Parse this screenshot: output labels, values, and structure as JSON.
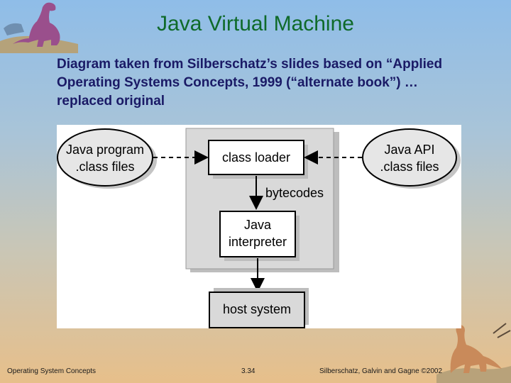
{
  "slide": {
    "title": "Java Virtual Machine",
    "description": "Diagram taken from Silberschatz’s slides based on “Applied Operating Systems Concepts, 1999 (“alternate book”) … replaced original"
  },
  "diagram": {
    "java_program_line1": "Java program",
    "java_program_line2": ".class files",
    "class_loader": "class loader",
    "bytecodes": "bytecodes",
    "interpreter_line1": "Java",
    "interpreter_line2": "interpreter",
    "host_system": "host system",
    "java_api_line1": "Java API",
    "java_api_line2": ".class files"
  },
  "footer": {
    "left": "Operating System Concepts",
    "page": "3.34",
    "right": "Silberschatz, Galvin and  Gagne ©2002"
  },
  "colors": {
    "title": "#0f6a2a",
    "description": "#1a1a66",
    "jvm_panel": "#d9d9d9",
    "ellipse": "#e6e6e6"
  }
}
